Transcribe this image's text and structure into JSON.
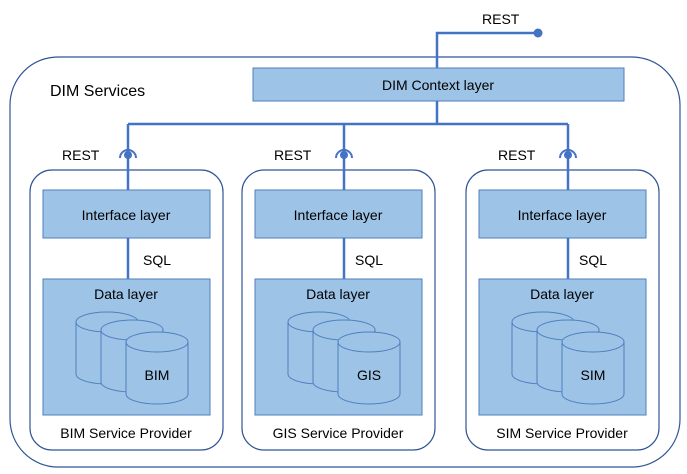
{
  "top_rest_label": "REST",
  "dim_services_label": "DIM Services",
  "context_layer_label": "DIM Context layer",
  "colors": {
    "stroke": "#2f5597",
    "line": "#4472c4",
    "layer_fill": "#9dc3e6",
    "layer_stroke": "#4f7fbf"
  },
  "providers": [
    {
      "rest_label": "REST",
      "interface_label": "Interface layer",
      "sql_label": "SQL",
      "data_label": "Data layer",
      "db_label": "BIM",
      "name": "BIM Service Provider"
    },
    {
      "rest_label": "REST",
      "interface_label": "Interface layer",
      "sql_label": "SQL",
      "data_label": "Data layer",
      "db_label": "GIS",
      "name": "GIS Service Provider"
    },
    {
      "rest_label": "REST",
      "interface_label": "Interface layer",
      "sql_label": "SQL",
      "data_label": "Data layer",
      "db_label": "SIM",
      "name": "SIM Service Provider"
    }
  ]
}
